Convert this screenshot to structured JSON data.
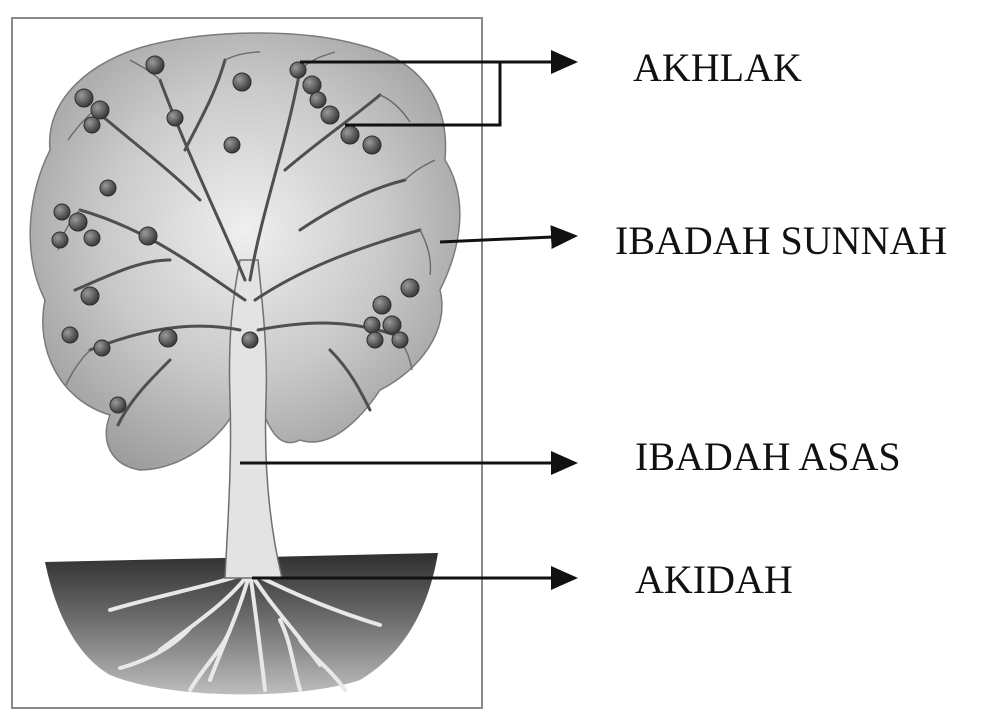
{
  "labels": {
    "akhlak": "AKHLAK",
    "ibadah_sunnah": "IBADAH SUNNAH",
    "ibadah_asas": "IBADAH ASAS",
    "akidah": "AKIDAH"
  },
  "colors": {
    "ink": "#111111",
    "frame": "#8a8a8a",
    "foliage": "#bdbdbd",
    "trunk": "#d9d9d9",
    "soil": "#4a4a4a",
    "fruit": "#5a5a5a"
  },
  "icons": [
    "tree-illustration",
    "arrow-right-icon"
  ]
}
